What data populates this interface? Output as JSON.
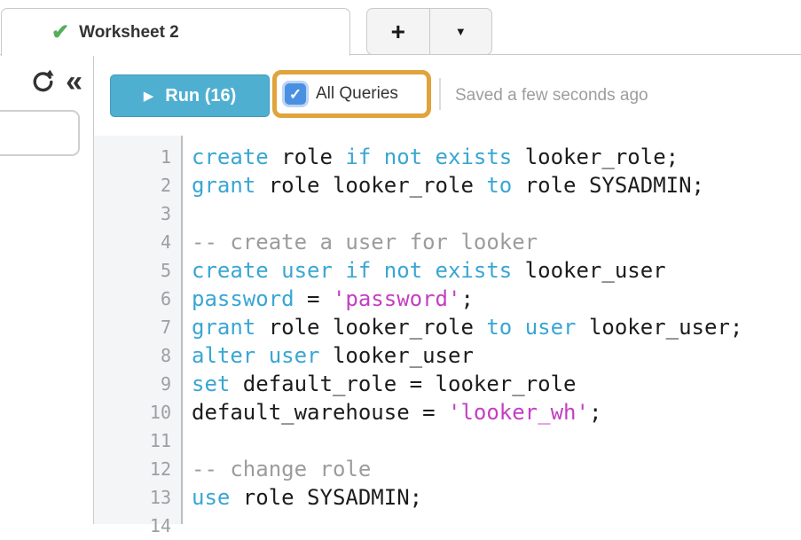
{
  "tab": {
    "title": "Worksheet 2"
  },
  "tab_actions": {
    "new_tab": "+",
    "menu_caret": "▼"
  },
  "sidebar": {
    "collapse_glyph": "«"
  },
  "toolbar": {
    "run_icon": "▶",
    "run_label": "Run (16)",
    "all_queries_label": "All Queries",
    "all_queries_checked": true,
    "check_glyph": "✓",
    "saved_status": "Saved a few seconds ago"
  },
  "tab_check_glyph": "✔",
  "colors": {
    "keyword": "#39a6d3",
    "string": "#c33fc3",
    "comment": "#9c9c9c",
    "run_button": "#4fafd1",
    "highlight_orange": "#e1a33c",
    "checkbox_blue": "#4a90e2",
    "tab_check_green": "#56ad5a"
  },
  "editor": {
    "lines": [
      {
        "n": "1",
        "tokens": [
          {
            "c": "kw",
            "v": "create"
          },
          {
            "c": "txt",
            "v": " role "
          },
          {
            "c": "kw",
            "v": "if not exists"
          },
          {
            "c": "txt",
            "v": " looker_role;"
          }
        ]
      },
      {
        "n": "2",
        "tokens": [
          {
            "c": "kw",
            "v": "grant"
          },
          {
            "c": "txt",
            "v": " role looker_role "
          },
          {
            "c": "kw",
            "v": "to"
          },
          {
            "c": "txt",
            "v": " role SYSADMIN;"
          }
        ]
      },
      {
        "n": "3",
        "tokens": []
      },
      {
        "n": "4",
        "tokens": [
          {
            "c": "com",
            "v": "-- create a user for looker"
          }
        ]
      },
      {
        "n": "5",
        "tokens": [
          {
            "c": "kw",
            "v": "create user if not exists"
          },
          {
            "c": "txt",
            "v": " looker_user"
          }
        ]
      },
      {
        "n": "6",
        "tokens": [
          {
            "c": "kw",
            "v": "password"
          },
          {
            "c": "txt",
            "v": " = "
          },
          {
            "c": "str",
            "v": "'password'"
          },
          {
            "c": "txt",
            "v": ";"
          }
        ]
      },
      {
        "n": "7",
        "tokens": [
          {
            "c": "kw",
            "v": "grant"
          },
          {
            "c": "txt",
            "v": " role looker_role "
          },
          {
            "c": "kw",
            "v": "to user"
          },
          {
            "c": "txt",
            "v": " looker_user;"
          }
        ]
      },
      {
        "n": "8",
        "tokens": [
          {
            "c": "kw",
            "v": "alter user"
          },
          {
            "c": "txt",
            "v": " looker_user"
          }
        ]
      },
      {
        "n": "9",
        "tokens": [
          {
            "c": "kw",
            "v": "set"
          },
          {
            "c": "txt",
            "v": " default_role = looker_role"
          }
        ]
      },
      {
        "n": "10",
        "tokens": [
          {
            "c": "txt",
            "v": "default_warehouse = "
          },
          {
            "c": "str",
            "v": "'looker_wh'"
          },
          {
            "c": "txt",
            "v": ";"
          }
        ]
      },
      {
        "n": "11",
        "tokens": []
      },
      {
        "n": "12",
        "tokens": [
          {
            "c": "com",
            "v": "-- change role"
          }
        ]
      },
      {
        "n": "13",
        "tokens": [
          {
            "c": "kw",
            "v": "use"
          },
          {
            "c": "txt",
            "v": " role SYSADMIN;"
          }
        ]
      },
      {
        "n": "14",
        "tokens": []
      }
    ]
  }
}
